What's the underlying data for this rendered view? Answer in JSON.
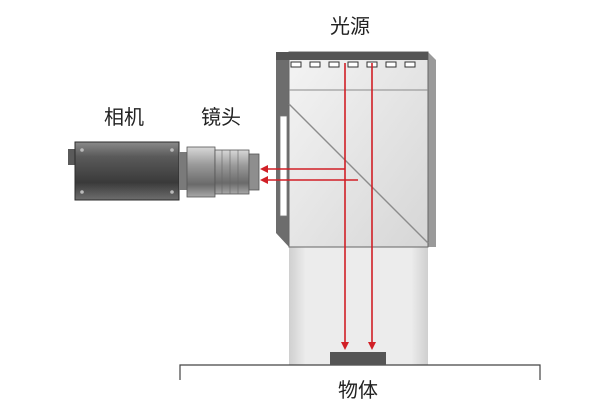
{
  "labels": {
    "light_source": "光源",
    "camera": "相机",
    "lens": "镜头",
    "object": "物体"
  },
  "colors": {
    "ray": "#d11f26",
    "housing_frame": "#555555",
    "camera_body": "#4a4a4a",
    "beam_fill": "#e6e6e6",
    "ground_line": "#444444"
  }
}
